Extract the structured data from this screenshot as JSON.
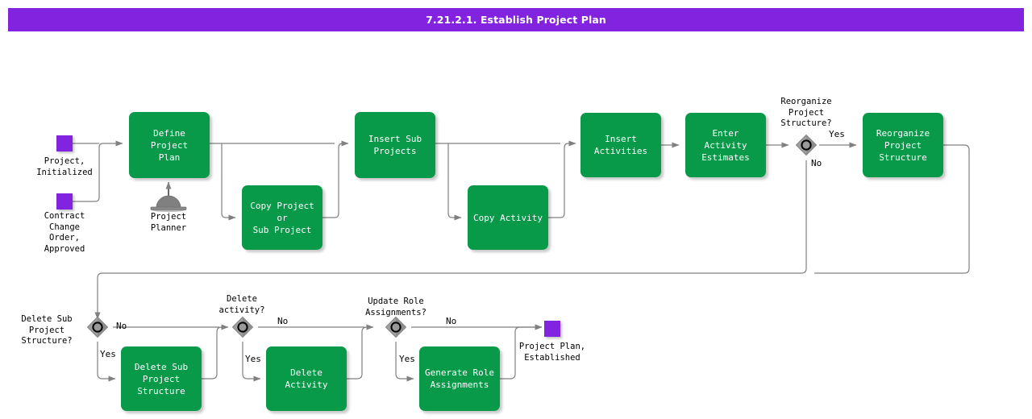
{
  "header": {
    "title": "7.21.2.1. Establish Project Plan",
    "bar_color": "#8223E0",
    "text_color": "#FFFFFF"
  },
  "palette": {
    "task_green": "#089949",
    "event_purple": "#8223E0",
    "gateway_gray": "#808080",
    "connector_gray": "#808080",
    "text_white": "#FFFFFF",
    "text_black": "#000000",
    "background": "#FFFFFF"
  },
  "diagram": {
    "type": "bpmn-flowchart",
    "events": [
      {
        "id": "ev-project-initialized",
        "label": "Project,\nInitialized",
        "kind": "start"
      },
      {
        "id": "ev-contract-change-order",
        "label": "Contract\nChange\nOrder,\nApproved",
        "kind": "start"
      },
      {
        "id": "ev-project-plan-established",
        "label": "Project Plan,\nEstablished",
        "kind": "end"
      }
    ],
    "tasks": [
      {
        "id": "task-define-project-plan",
        "label": "Define Project\nPlan"
      },
      {
        "id": "task-copy-project-or-sub-project",
        "label": "Copy Project or\nSub Project"
      },
      {
        "id": "task-insert-sub-projects",
        "label": "Insert Sub\nProjects"
      },
      {
        "id": "task-copy-activity",
        "label": "Copy Activity"
      },
      {
        "id": "task-insert-activities",
        "label": "Insert Activities"
      },
      {
        "id": "task-enter-activity-estimates",
        "label": "Enter Activity\nEstimates"
      },
      {
        "id": "task-reorganize-project-structure",
        "label": "Reorganize\nProject\nStructure"
      },
      {
        "id": "task-delete-sub-project-structure",
        "label": "Delete Sub\nProject\nStructure"
      },
      {
        "id": "task-delete-activity",
        "label": "Delete Activity"
      },
      {
        "id": "task-generate-role-assignments",
        "label": "Generate Role\nAssignments"
      }
    ],
    "gateways": [
      {
        "id": "gw-reorganize-project-structure",
        "label": "Reorganize\nProject\nStructure?",
        "yes": "Yes",
        "no": "No"
      },
      {
        "id": "gw-delete-sub-project-structure",
        "label": "Delete Sub\nProject\nStructure?",
        "yes": "Yes",
        "no": "No"
      },
      {
        "id": "gw-delete-activity",
        "label": "Delete\nactivity?",
        "yes": "Yes",
        "no": "No"
      },
      {
        "id": "gw-update-role-assignments",
        "label": "Update Role\nAssignments?",
        "yes": "Yes",
        "no": "No"
      }
    ],
    "roles": [
      {
        "id": "role-project-planner",
        "label": "Project\nPlanner"
      }
    ],
    "edge_labels": {
      "reorg_yes": "Yes",
      "reorg_no": "No",
      "del_sub_yes": "Yes",
      "del_sub_no": "No",
      "del_act_yes": "Yes",
      "del_act_no": "No",
      "upd_role_yes": "Yes",
      "upd_role_no": "No"
    }
  }
}
